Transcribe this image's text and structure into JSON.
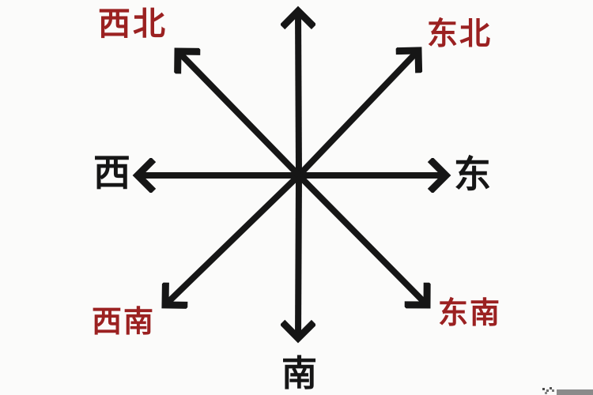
{
  "compass": {
    "description": "eight-direction compass rose diagram",
    "labels": [
      {
        "id": "northwest",
        "text": "西北",
        "type": "intercardinal"
      },
      {
        "id": "northeast",
        "text": "东北",
        "type": "intercardinal"
      },
      {
        "id": "west",
        "text": "西",
        "type": "cardinal"
      },
      {
        "id": "east",
        "text": "东",
        "type": "cardinal"
      },
      {
        "id": "southwest",
        "text": "西南",
        "type": "intercardinal"
      },
      {
        "id": "southeast",
        "text": "东南",
        "type": "intercardinal"
      },
      {
        "id": "south",
        "text": "南",
        "type": "cardinal"
      }
    ],
    "arrows": [
      "north",
      "northeast",
      "east",
      "southeast",
      "south",
      "southwest",
      "west",
      "northwest"
    ],
    "colors": {
      "cardinal_text": "#161616",
      "intercardinal_text": "#9b2121",
      "arrow": "#161616",
      "watermark_bar": "#8b8b8b",
      "bg": "#fbfbfa"
    }
  }
}
